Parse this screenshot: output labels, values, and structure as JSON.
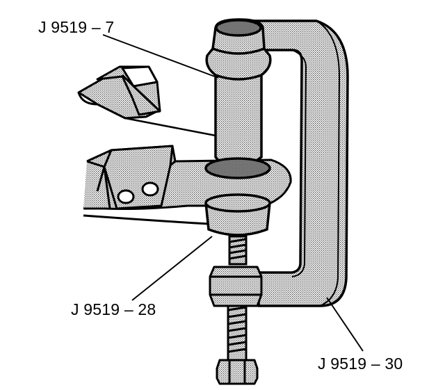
{
  "labels": {
    "top": "J 9519 – 7",
    "middle": "J 9519 – 28",
    "bottom": "J 9519 – 30"
  },
  "colors": {
    "ink": "#000000",
    "stipple": "#d4d4d4",
    "stipple_dark": "#a8a8a8",
    "background": "#ffffff"
  }
}
